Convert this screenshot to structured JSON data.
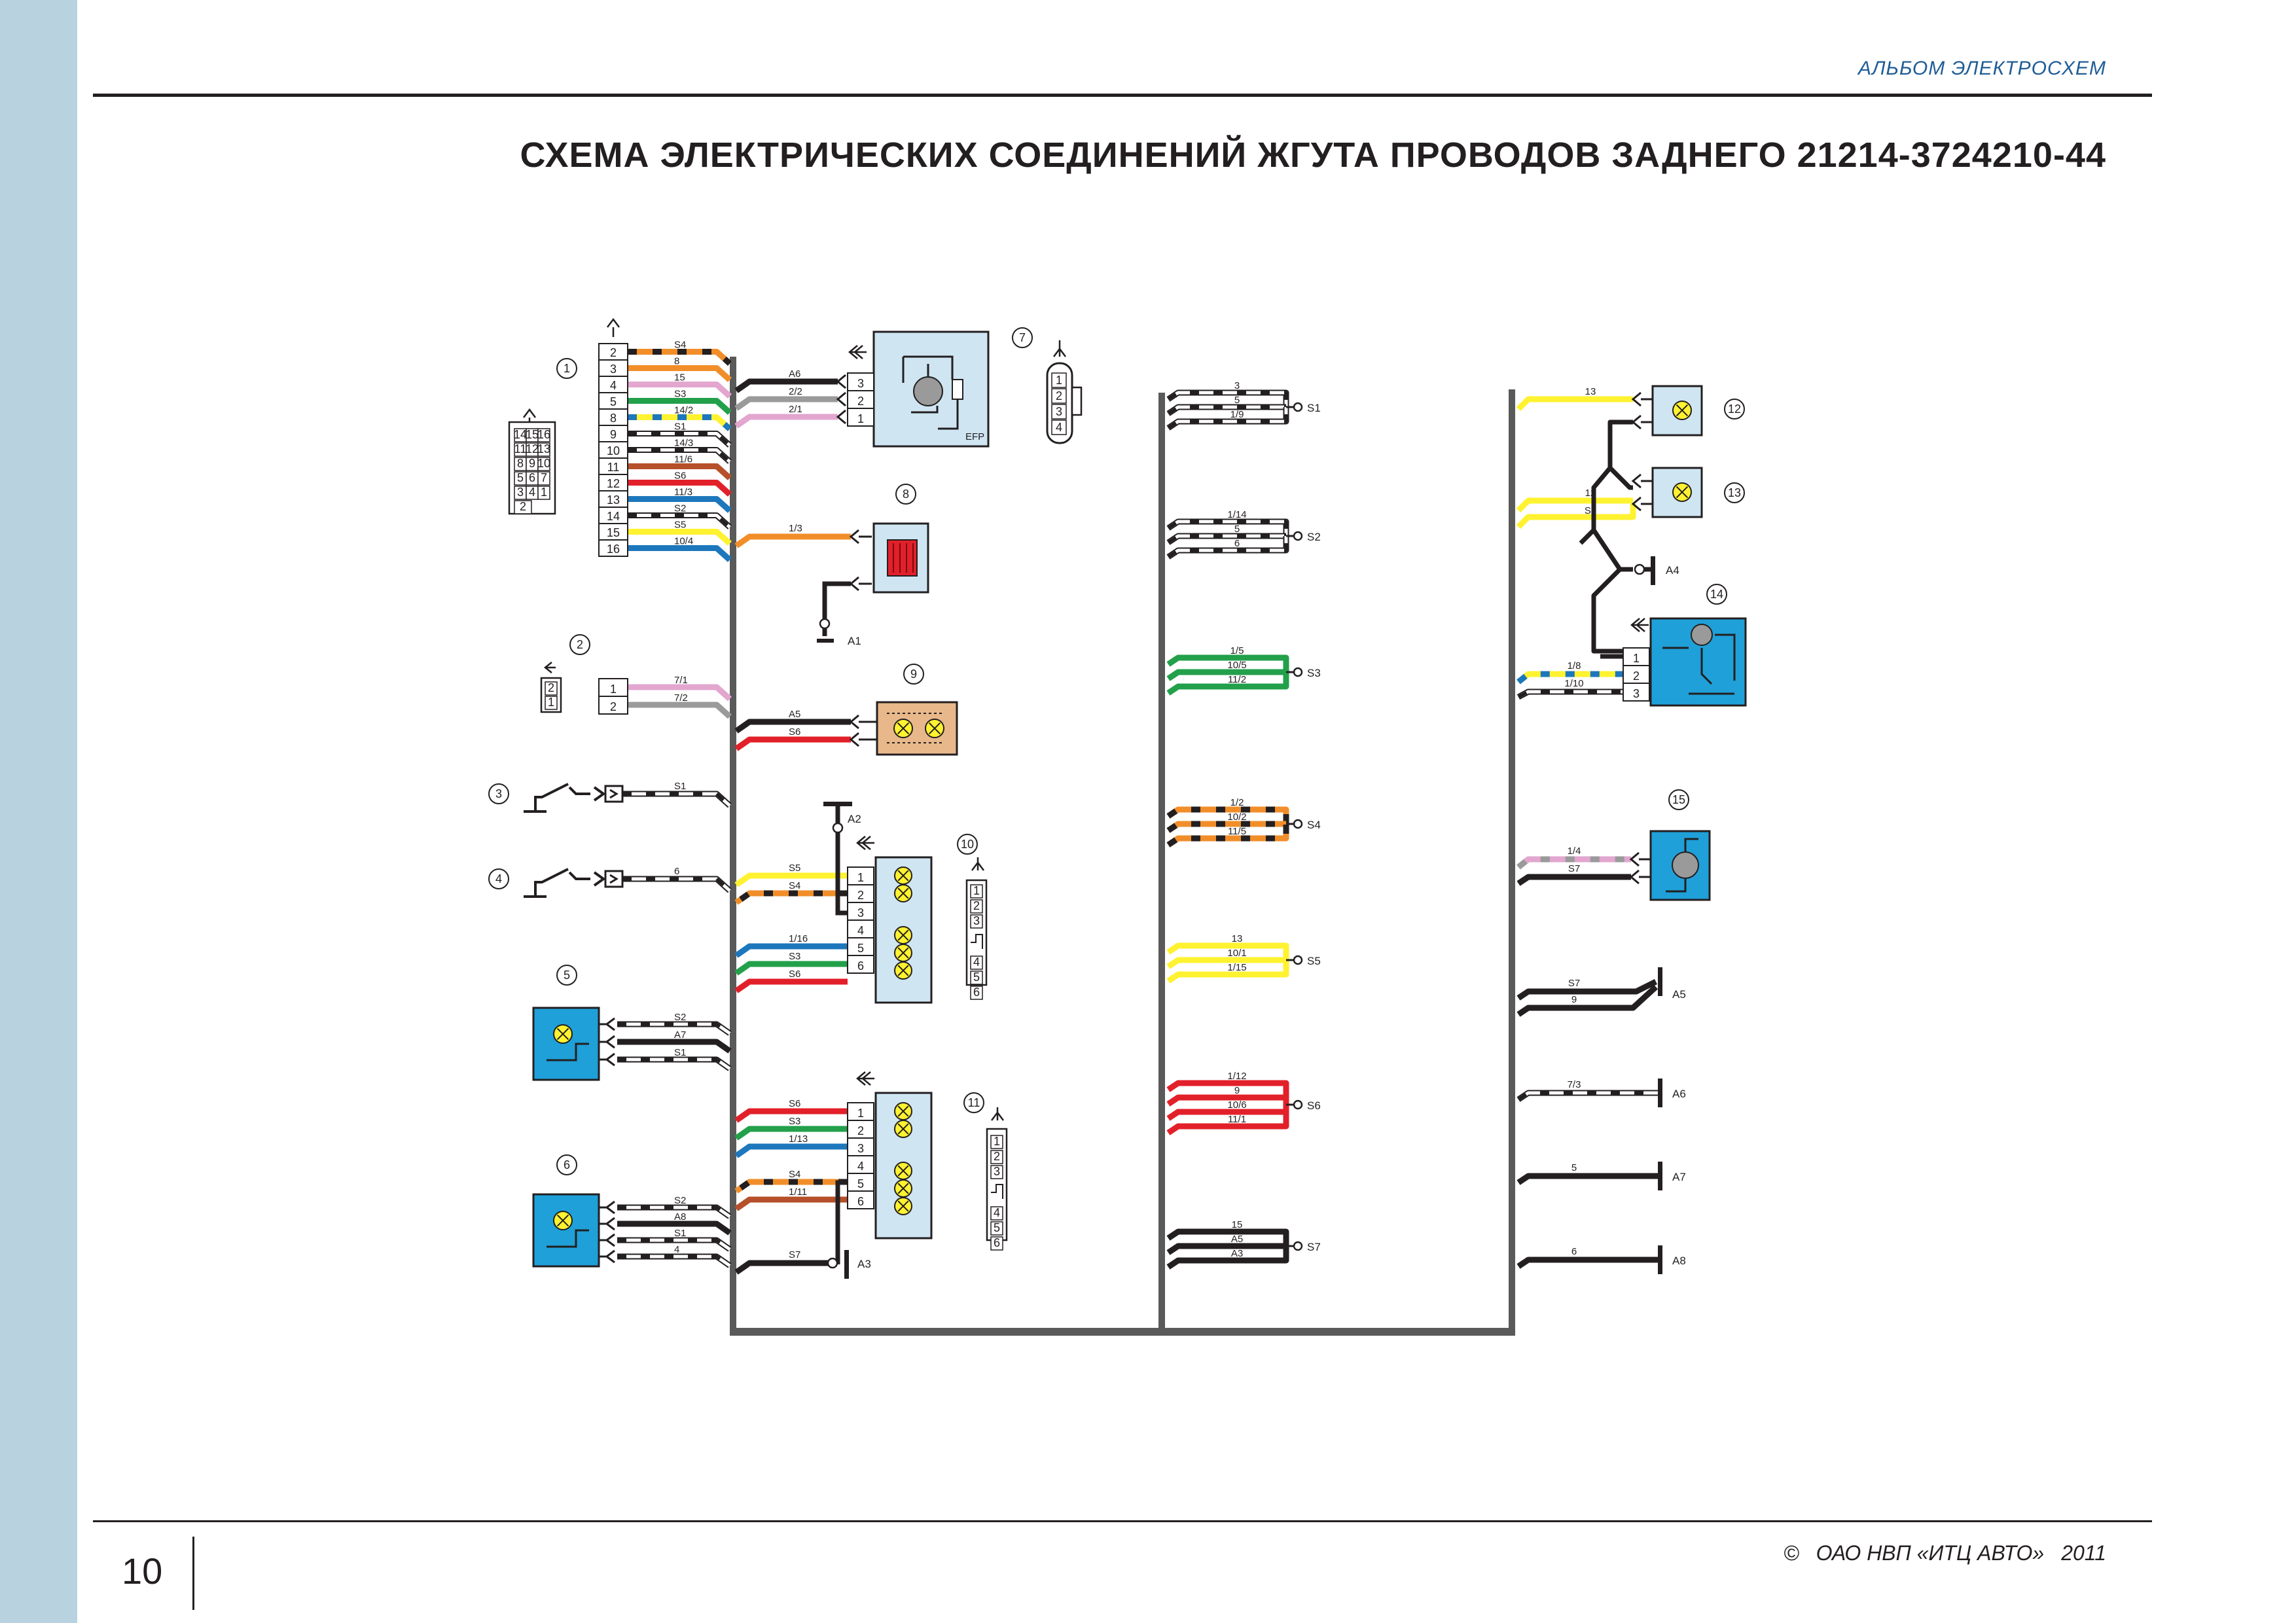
{
  "header": {
    "album_label": "АЛЬБОМ ЭЛЕКТРОСХЕМ"
  },
  "title": "СХЕМА ЭЛЕКТРИЧЕСКИХ СОЕДИНЕНИЙ ЖГУТА ПРОВОДОВ ЗАДНЕГО 21214-3724210-44",
  "footer": {
    "page_number": "10",
    "copyright_sign": "©",
    "company": "ОАО НВП «ИТЦ АВТО»",
    "year": "2011"
  },
  "colors": {
    "orange": "#f18e2a",
    "pink": "#e2a6cf",
    "green": "#23a04a",
    "yellow": "#fff230",
    "blue": "#1d77bc",
    "red": "#e2202a",
    "gray": "#9a9a9a",
    "black": "#231f20",
    "brown": "#b5502a",
    "light_blue_component": "#1fa0d8",
    "pale_blue_component": "#cfe5f2",
    "tan_component": "#e8b88a",
    "trunk": "#5a5a5a"
  },
  "components": [
    {
      "num": "1",
      "pins": [
        "2",
        "3",
        "4",
        "5",
        "8",
        "9",
        "10",
        "11",
        "12",
        "13",
        "14",
        "15",
        "16"
      ],
      "wires": [
        "S4",
        "8",
        "15",
        "S3",
        "14/2",
        "S1",
        "14/3",
        "11/6",
        "S6",
        "11/3",
        "S2",
        "S5",
        "10/4"
      ],
      "face_pins": [
        "14",
        "15",
        "16",
        "11",
        "12",
        "13",
        "8",
        "9",
        "10",
        "5",
        "6",
        "7",
        "3",
        "4",
        "1",
        "2"
      ]
    },
    {
      "num": "2",
      "pins": [
        "1",
        "2"
      ],
      "wires": [
        "7/1",
        "7/2"
      ],
      "face_pins": [
        "2",
        "1"
      ]
    },
    {
      "num": "3",
      "wires": [
        "S1"
      ]
    },
    {
      "num": "4",
      "wires": [
        "6"
      ]
    },
    {
      "num": "5",
      "wires": [
        "S2",
        "A7",
        "S1"
      ]
    },
    {
      "num": "6",
      "wires": [
        "S2",
        "A8",
        "S1",
        "4"
      ]
    },
    {
      "num": "7",
      "pins": [
        "3",
        "2",
        "1"
      ],
      "wires": [
        "A6",
        "2/2",
        "2/1"
      ],
      "tag": "EFP",
      "face_pins": [
        "1",
        "2",
        "3",
        "4"
      ]
    },
    {
      "num": "8",
      "wires": [
        "1/3"
      ],
      "ground": "A1"
    },
    {
      "num": "9",
      "wires": [
        "A5",
        "S6"
      ]
    },
    {
      "num": "10",
      "pins": [
        "1",
        "2",
        "3",
        "4",
        "5",
        "6"
      ],
      "wires": [
        "S5",
        "S4",
        "1/16",
        "S3",
        "S6"
      ],
      "ground": "A2",
      "face_pins": [
        "1",
        "2",
        "3",
        "4",
        "5",
        "6"
      ]
    },
    {
      "num": "11",
      "pins": [
        "1",
        "2",
        "3",
        "4",
        "5",
        "6"
      ],
      "wires": [
        "S6",
        "S3",
        "1/13",
        "S4",
        "1/11",
        "S7"
      ],
      "ground": "A3",
      "face_pins": [
        "1",
        "2",
        "3",
        "4",
        "5",
        "6"
      ]
    },
    {
      "num": "12",
      "wires": [
        "13"
      ]
    },
    {
      "num": "13",
      "wires": [
        "12",
        "S5"
      ],
      "ground": "A4"
    },
    {
      "num": "14",
      "pins": [
        "1",
        "2",
        "3"
      ],
      "wires": [
        "1/8",
        "1/10"
      ]
    },
    {
      "num": "15",
      "wires": [
        "1/4",
        "S7"
      ]
    }
  ],
  "splices": [
    {
      "id": "S1",
      "wires": [
        "3",
        "5",
        "1/9"
      ]
    },
    {
      "id": "S2",
      "wires": [
        "1/14",
        "5",
        "6"
      ]
    },
    {
      "id": "S3",
      "wires": [
        "1/5",
        "10/5",
        "11/2"
      ]
    },
    {
      "id": "S4",
      "wires": [
        "1/2",
        "10/2",
        "11/5"
      ]
    },
    {
      "id": "S5",
      "wires": [
        "13",
        "10/1",
        "1/15"
      ]
    },
    {
      "id": "S6",
      "wires": [
        "1/12",
        "9",
        "10/6",
        "11/1"
      ]
    },
    {
      "id": "S7",
      "wires": [
        "15",
        "A5",
        "A3"
      ]
    }
  ],
  "grounds": [
    {
      "id": "A5",
      "wires": [
        "S7",
        "9"
      ]
    },
    {
      "id": "A6",
      "wires": [
        "7/3"
      ]
    },
    {
      "id": "A7",
      "wires": [
        "5"
      ]
    },
    {
      "id": "A8",
      "wires": [
        "6"
      ]
    }
  ]
}
